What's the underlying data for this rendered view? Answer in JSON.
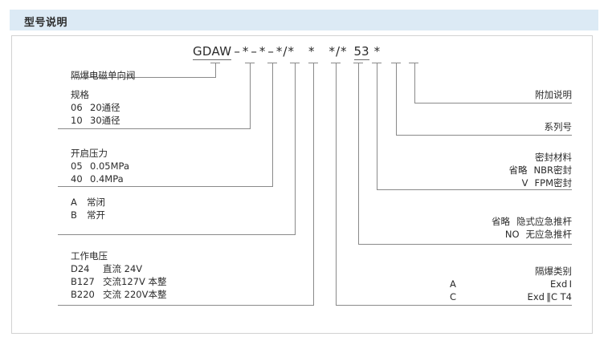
{
  "header": {
    "title": "型号说明"
  },
  "model_code": {
    "prefix": "GDAW",
    "segments": [
      {
        "text": "GDAW",
        "type": "underlined"
      },
      {
        "text": "–",
        "type": "sep"
      },
      {
        "text": "*",
        "type": "star"
      },
      {
        "text": "–",
        "type": "sep"
      },
      {
        "text": "*",
        "type": "star"
      },
      {
        "text": "–",
        "type": "sep"
      },
      {
        "text": "*",
        "type": "star"
      },
      {
        "text": "/",
        "type": "sep"
      },
      {
        "text": "*",
        "type": "star"
      },
      {
        "text": "*",
        "type": "star"
      },
      {
        "text": "*",
        "type": "star"
      },
      {
        "text": "/",
        "type": "sep"
      },
      {
        "text": "*",
        "type": "star"
      },
      {
        "text": "53",
        "type": "underlined"
      },
      {
        "text": "*",
        "type": "star"
      }
    ],
    "full": "GDAW-*-*-*/*  *  */* 53 *"
  },
  "left_labels": [
    {
      "id": "product-name",
      "rows": [
        {
          "code": "",
          "desc": "隔爆电磁单向阀"
        }
      ]
    },
    {
      "id": "specification",
      "title": "规格",
      "rows": [
        {
          "code": "06",
          "desc": "20通径"
        },
        {
          "code": "10",
          "desc": "30通径"
        }
      ]
    },
    {
      "id": "cracking-pressure",
      "title": "开启压力",
      "rows": [
        {
          "code": "05",
          "desc": "0.05MPa"
        },
        {
          "code": "40",
          "desc": "0.4MPa"
        }
      ]
    },
    {
      "id": "valve-function",
      "title": "",
      "rows": [
        {
          "code": "A",
          "desc": "常闭"
        },
        {
          "code": "B",
          "desc": "常开"
        }
      ]
    },
    {
      "id": "working-voltage",
      "title": "工作电压",
      "rows": [
        {
          "code": "D24",
          "desc": "直流 24V"
        },
        {
          "code": "B127",
          "desc": "交流127V 本整"
        },
        {
          "code": "B220",
          "desc": "交流 220V本整"
        }
      ]
    }
  ],
  "right_labels": [
    {
      "id": "additional-note",
      "title": "附加说明",
      "rows": []
    },
    {
      "id": "series-number",
      "title": "系列号",
      "rows": []
    },
    {
      "id": "seal-material",
      "title": "密封材料",
      "rows": [
        {
          "code": "省略",
          "desc": "NBR密封"
        },
        {
          "code": "V",
          "desc": "FPM密封"
        }
      ]
    },
    {
      "id": "emergency-push-rod",
      "title": "",
      "rows": [
        {
          "code": "省略",
          "desc": "隐式应急推杆"
        },
        {
          "code": "NO",
          "desc": "无应急推杆"
        }
      ]
    },
    {
      "id": "explosion-proof-class",
      "title": "隔爆类别",
      "rows": [
        {
          "code": "A",
          "desc": "Exd I"
        },
        {
          "code": "C",
          "desc": "Exd ‖C T4"
        }
      ]
    }
  ],
  "colors": {
    "header_bg": "#dceaf5",
    "text": "#2b2b2b",
    "line": "#8a8a8a",
    "border": "#d2d2d2"
  }
}
